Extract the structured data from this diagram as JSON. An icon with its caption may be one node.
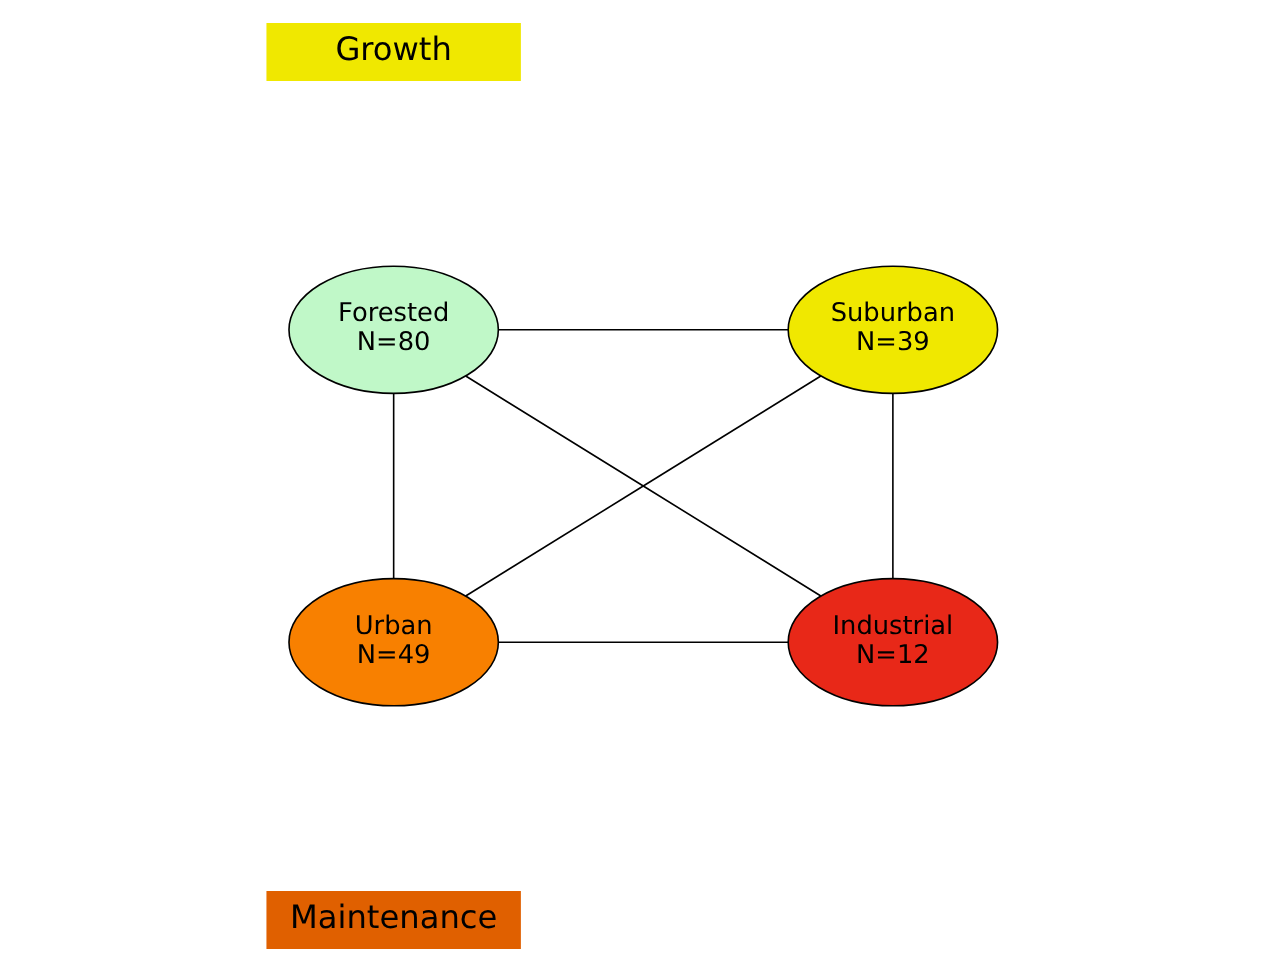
{
  "diagram": {
    "nodes": [
      {
        "text": [
          "Growth"
        ]
      },
      {
        "text": [
          "Forested",
          "N=80"
        ]
      },
      {
        "text": [
          "Suburban",
          "N=39"
        ]
      },
      {
        "text": [
          "Urban",
          "N=49"
        ]
      },
      {
        "text": [
          "Industrial",
          "N=12"
        ]
      },
      {
        "text": [
          "Maintenance"
        ]
      }
    ],
    "edges": [
      {
        "from": 1,
        "to": 2,
        "arrow": "none"
      },
      {
        "from": 1,
        "to": 3,
        "arrow": "none"
      },
      {
        "from": 1,
        "to": 4,
        "arrow": "none"
      },
      {
        "from": 2,
        "to": 3,
        "arrow": "none"
      },
      {
        "from": 2,
        "to": 4,
        "arrow": "none"
      },
      {
        "from": 3,
        "to": 4,
        "arrow": "none"
      }
    ]
  }
}
